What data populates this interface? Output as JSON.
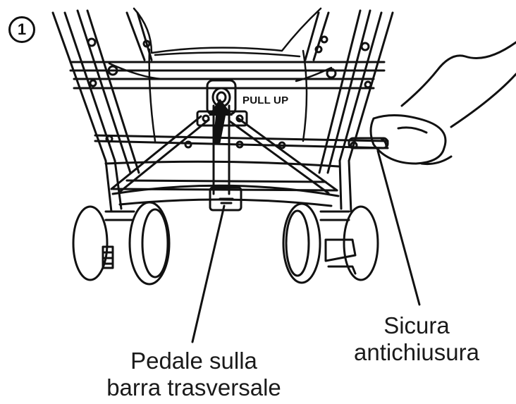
{
  "step": {
    "number": "1"
  },
  "diagram": {
    "pull_label": "PULL UP"
  },
  "labels": {
    "pedal": {
      "line1": "Pedale sulla",
      "line2": "barra trasversale"
    },
    "lock": {
      "line1": "Sicura",
      "line2": "antichiusura"
    }
  },
  "colors": {
    "ink": "#111111",
    "paper": "#ffffff"
  },
  "icons": {
    "direction": "up-arrow-icon"
  }
}
